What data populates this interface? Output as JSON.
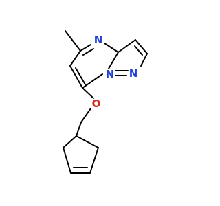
{
  "molecule": {
    "atoms": {
      "n_pyrimidine": {
        "label": "N",
        "color": "#1f3fd6"
      },
      "n_bridge": {
        "label": "N",
        "color": "#1f3fd6"
      },
      "n_pyrazole": {
        "label": "N",
        "color": "#1f3fd6"
      },
      "o_ether": {
        "label": "O",
        "color": "#d12a1f"
      }
    },
    "bond_color": "#000000"
  }
}
